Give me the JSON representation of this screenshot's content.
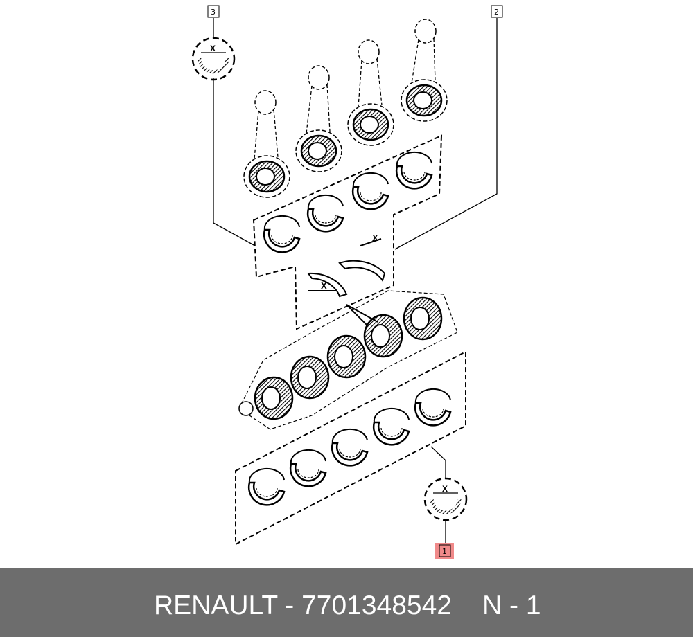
{
  "diagram": {
    "callouts": [
      {
        "id": "3",
        "highlighted": false
      },
      {
        "id": "2",
        "highlighted": false
      },
      {
        "id": "1",
        "highlighted": true
      }
    ],
    "dimension_label": "X",
    "highlight_color": "#f08a8a"
  },
  "footer": {
    "part_label": "RENAULT - 7701348542",
    "quantity_label": "N - 1"
  }
}
